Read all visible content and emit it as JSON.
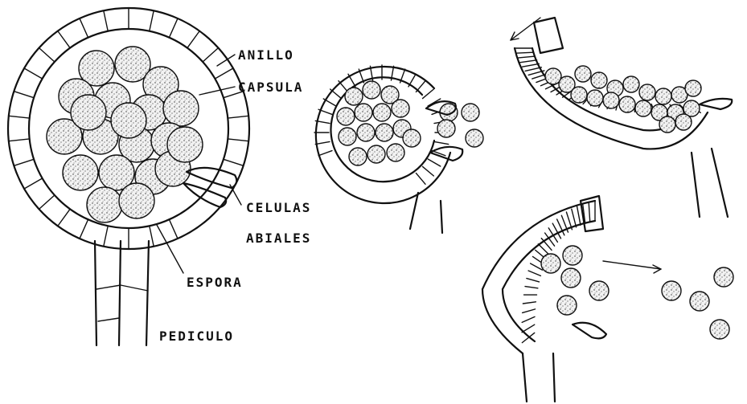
{
  "labels": {
    "anillo": "ANILLO",
    "capsula": "CAPSULA",
    "celulas": "CELULAS",
    "labiales": "ABIALES",
    "espora": "ESPORA",
    "pediculo": "PEDICULO"
  },
  "colors": {
    "ink": "#111111",
    "spore_fill": "url(#stipple)",
    "background": "#ffffff"
  }
}
